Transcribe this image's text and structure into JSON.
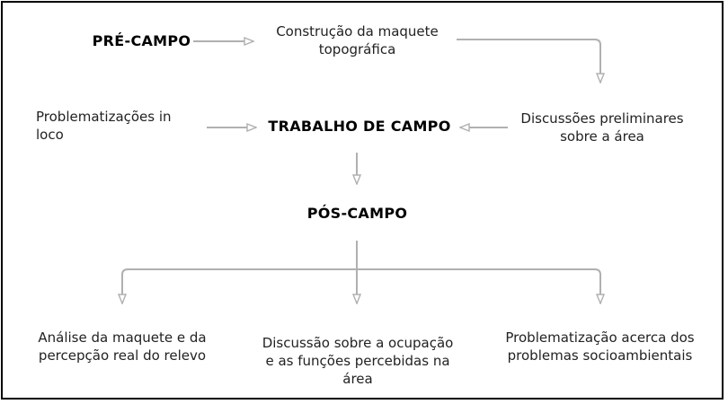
{
  "nodes": {
    "pre_campo": "PRÉ-CAMPO",
    "construcao": [
      "Construção da maquete",
      "topográfica"
    ],
    "trabalho": "TRABALHO DE CAMPO",
    "problematizacoes": [
      "Problematizações in",
      "loco"
    ],
    "discussoes": [
      "Discussões preliminares",
      "sobre a área"
    ],
    "pos_campo": "PÓS-CAMPO",
    "analise": [
      "Análise da maquete e da",
      "percepção real do relevo"
    ],
    "ocupacao": [
      "Discussão sobre a ocupação",
      "e as funções percebidas na",
      "área"
    ],
    "socioambientais": [
      "Problematização acerca dos",
      "problemas socioambientais"
    ]
  },
  "colors": {
    "connector": "#b0b0b0",
    "text": "#222222",
    "heading": "#000000",
    "border": "#000000"
  }
}
